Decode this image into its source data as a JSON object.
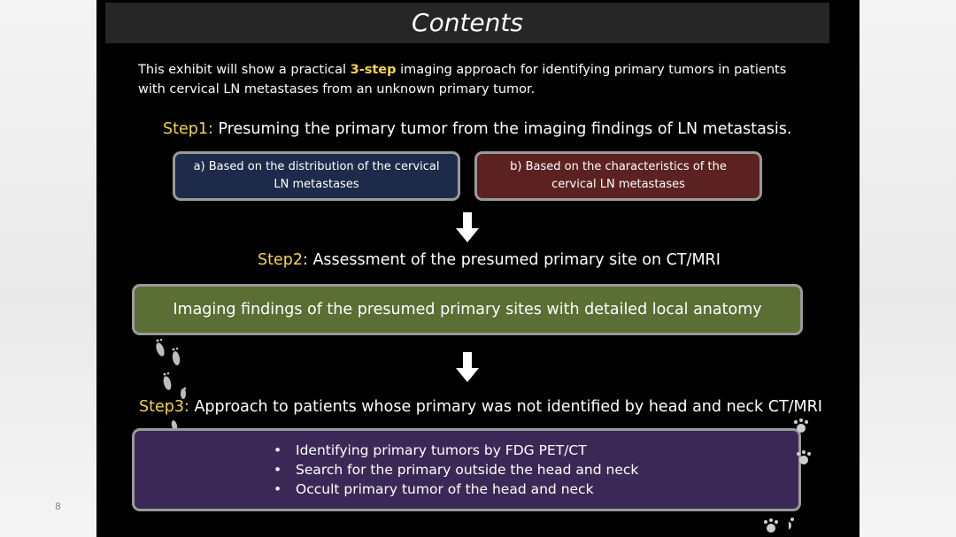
{
  "slide": {
    "title": "Contents",
    "intro_before": "This exhibit will show a practical ",
    "intro_highlight": "3-step",
    "intro_after": " imaging approach for identifying primary tumors in patients with cervical LN metastases from an unknown primary tumor.",
    "step1": {
      "label": "Step1:",
      "text": "Presuming the primary tumor from the imaging findings of LN metastasis.",
      "box_a": "a) Based on the distribution of the cervical LN metastases",
      "box_b": "b) Based on the characteristics of the cervical LN metastases"
    },
    "step2": {
      "label": "Step2",
      "text": ": Assessment of the presumed primary site on CT/MRI",
      "box": "Imaging findings of the presumed primary sites with detailed local anatomy"
    },
    "step3": {
      "label": "Step3:",
      "text": "Approach to patients whose primary was not identified by head and neck CT/MRI",
      "bullets": [
        "Identifying primary tumors by FDG PET/CT",
        "Search for the primary outside the head and neck",
        "Occult primary tumor of the head and neck"
      ]
    }
  },
  "page_number": "8",
  "colors": {
    "highlight": "#f5d547",
    "box_a": "#1d2a4a",
    "box_b": "#5c2221",
    "box_step2": "#5b6e34",
    "box_step3": "#3c2856"
  },
  "icons": [
    "down-arrow-icon",
    "footprints-icon",
    "paw-prints-icon"
  ]
}
